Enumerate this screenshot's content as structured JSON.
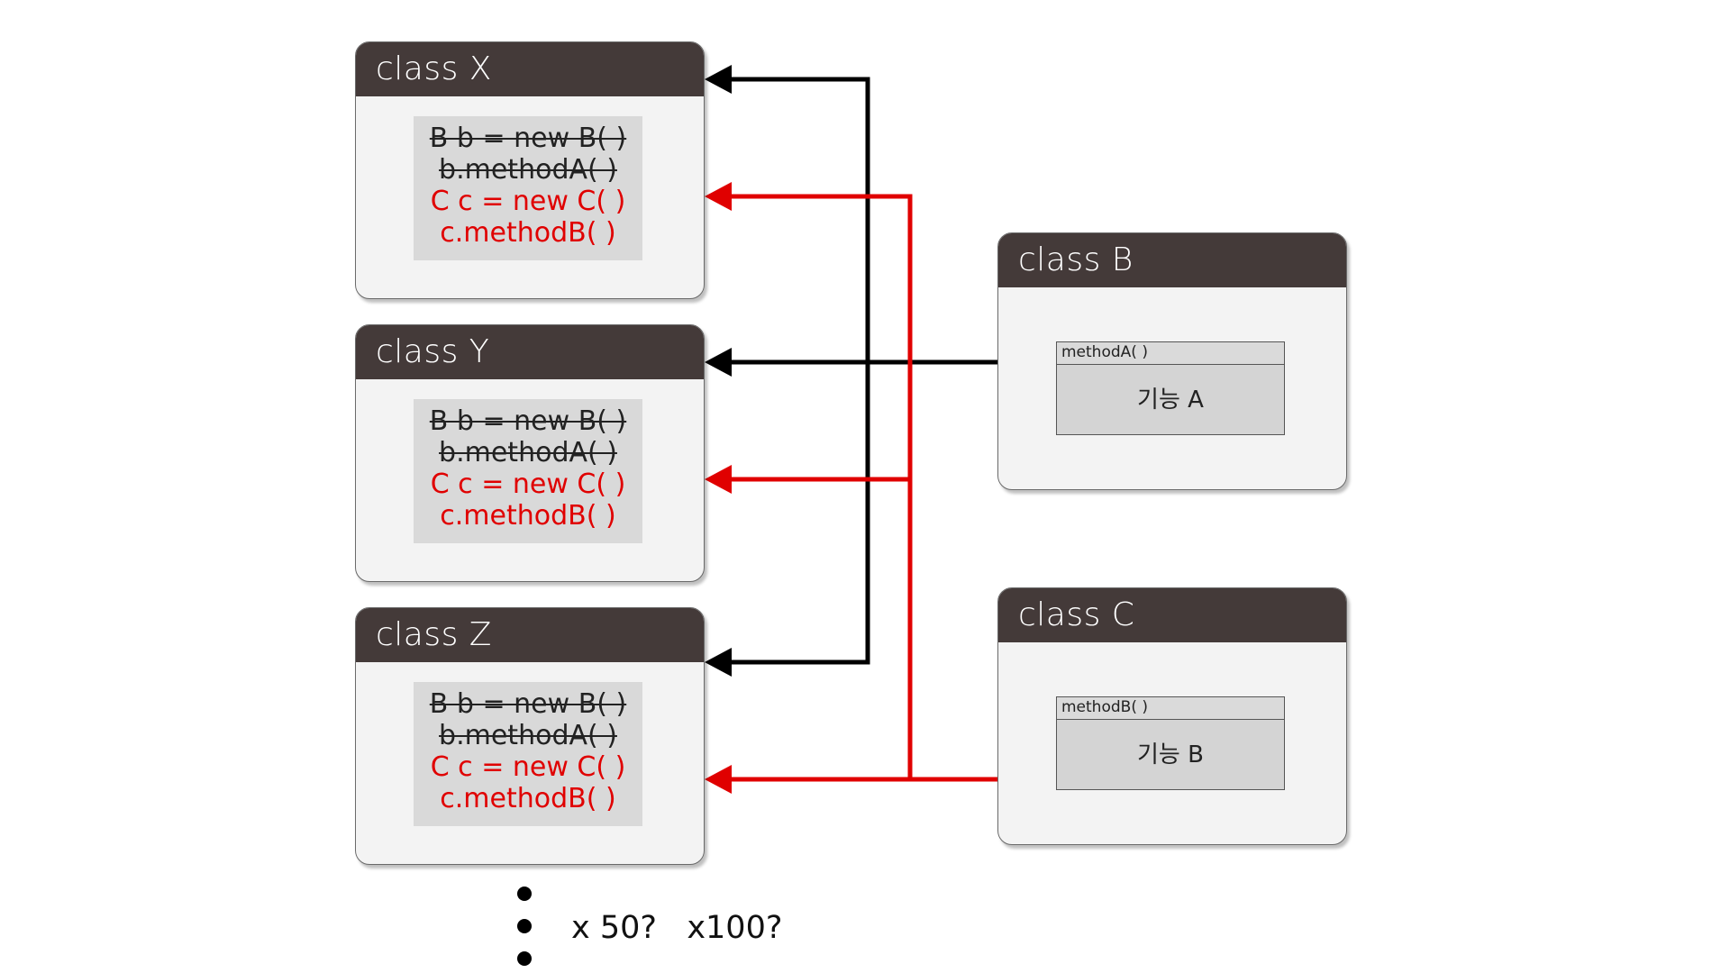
{
  "clients": [
    {
      "title": "class X",
      "old_lines": [
        "B b = new B( )",
        "b.methodA( )"
      ],
      "new_lines": [
        "C c = new C( )",
        "c.methodB( )"
      ]
    },
    {
      "title": "class Y",
      "old_lines": [
        "B b = new B( )",
        "b.methodA( )"
      ],
      "new_lines": [
        "C c = new C( )",
        "c.methodB( )"
      ]
    },
    {
      "title": "class Z",
      "old_lines": [
        "B b = new B( )",
        "b.methodA( )"
      ],
      "new_lines": [
        "C c = new C( )",
        "c.methodB( )"
      ]
    }
  ],
  "providers": [
    {
      "title": "class B",
      "method": "methodA( )",
      "feature": "기능 A"
    },
    {
      "title": "class C",
      "method": "methodB( )",
      "feature": "기능 B"
    }
  ],
  "footer": {
    "scale_text": "x 50?   x100?"
  },
  "colors": {
    "header": "#443a39",
    "old_link": "#000000",
    "new_link": "#e00000"
  }
}
